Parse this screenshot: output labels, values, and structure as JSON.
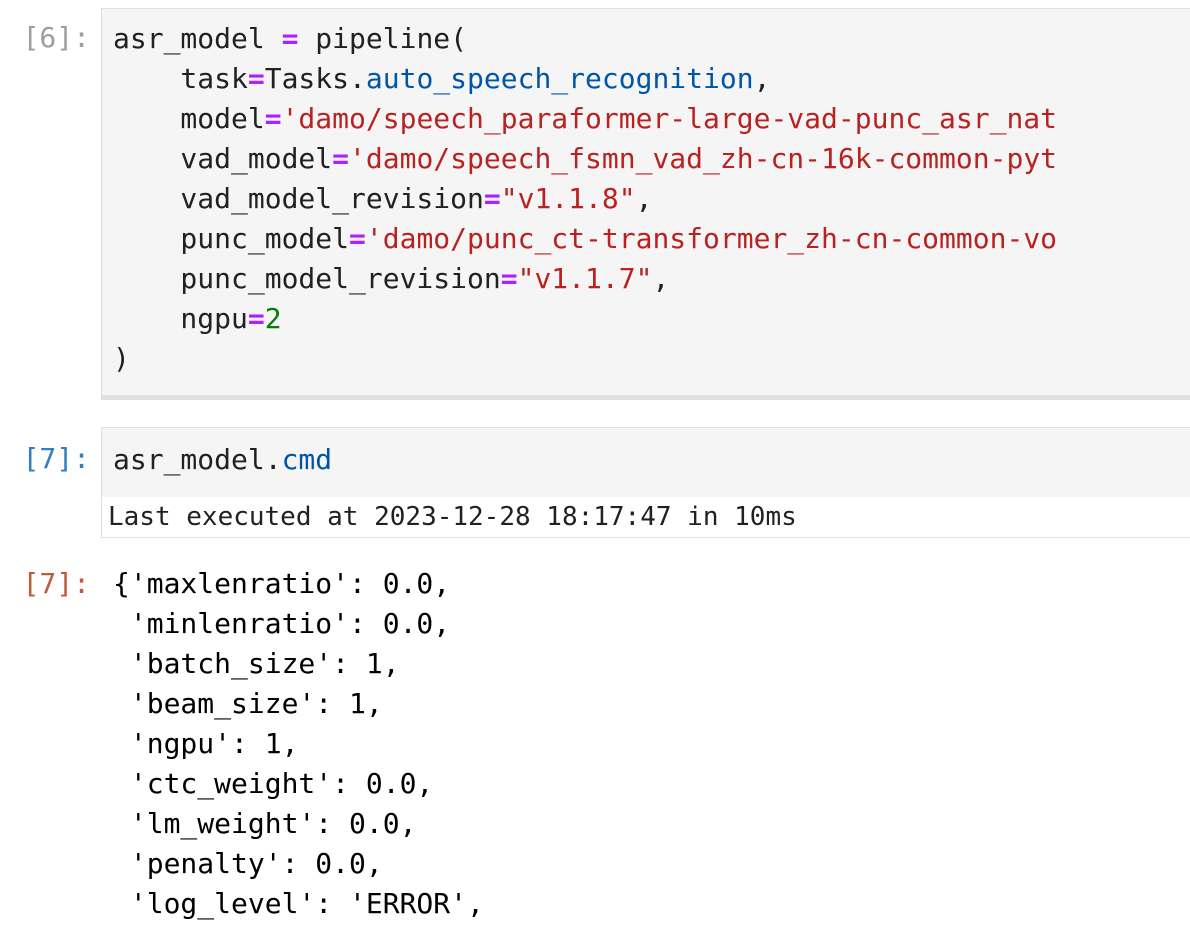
{
  "cells": [
    {
      "prompt": "[6]:",
      "code_lines": [
        [
          {
            "t": "asr_model ",
            "c": "plain"
          },
          {
            "t": "=",
            "c": "kw-op"
          },
          {
            "t": " pipeline(",
            "c": "plain"
          }
        ],
        [
          {
            "t": "    task",
            "c": "plain"
          },
          {
            "t": "=",
            "c": "kw-op"
          },
          {
            "t": "Tasks.",
            "c": "plain"
          },
          {
            "t": "auto_speech_recognition",
            "c": "attr"
          },
          {
            "t": ",",
            "c": "plain"
          }
        ],
        [
          {
            "t": "    model",
            "c": "plain"
          },
          {
            "t": "=",
            "c": "kw-op"
          },
          {
            "t": "'damo/speech_paraformer-large-vad-punc_asr_nat",
            "c": "str"
          }
        ],
        [
          {
            "t": "    vad_model",
            "c": "plain"
          },
          {
            "t": "=",
            "c": "kw-op"
          },
          {
            "t": "'damo/speech_fsmn_vad_zh-cn-16k-common-pyt",
            "c": "str"
          }
        ],
        [
          {
            "t": "    vad_model_revision",
            "c": "plain"
          },
          {
            "t": "=",
            "c": "kw-op"
          },
          {
            "t": "\"v1.1.8\"",
            "c": "str"
          },
          {
            "t": ",",
            "c": "plain"
          }
        ],
        [
          {
            "t": "    punc_model",
            "c": "plain"
          },
          {
            "t": "=",
            "c": "kw-op"
          },
          {
            "t": "'damo/punc_ct-transformer_zh-cn-common-vo",
            "c": "str"
          }
        ],
        [
          {
            "t": "    punc_model_revision",
            "c": "plain"
          },
          {
            "t": "=",
            "c": "kw-op"
          },
          {
            "t": "\"v1.1.7\"",
            "c": "str"
          },
          {
            "t": ",",
            "c": "plain"
          }
        ],
        [
          {
            "t": "    ngpu",
            "c": "plain"
          },
          {
            "t": "=",
            "c": "kw-op"
          },
          {
            "t": "2",
            "c": "num"
          }
        ],
        [
          {
            "t": ")",
            "c": "plain"
          }
        ]
      ]
    },
    {
      "prompt": "[7]:",
      "code_lines": [
        [
          {
            "t": "asr_model.",
            "c": "plain"
          },
          {
            "t": "cmd",
            "c": "attr"
          }
        ]
      ],
      "exec_status": "Last executed at 2023-12-28 18:17:47 in 10ms"
    }
  ],
  "output": {
    "prompt": "[7]:",
    "lines": [
      "{'maxlenratio': 0.0,",
      " 'minlenratio': 0.0,",
      " 'batch_size': 1,",
      " 'beam_size': 1,",
      " 'ngpu': 1,",
      " 'ctc_weight': 0.0,",
      " 'lm_weight': 0.0,",
      " 'penalty': 0.0,",
      " 'log_level': 'ERROR',"
    ]
  },
  "colors": {
    "prompt_done": "#9e9e9e",
    "prompt_active": "#307fc1",
    "prompt_output": "#bf5b3d",
    "keyword_operator": "#aa22ff",
    "attribute": "#0055aa",
    "string": "#ba2121",
    "number": "#008000"
  }
}
